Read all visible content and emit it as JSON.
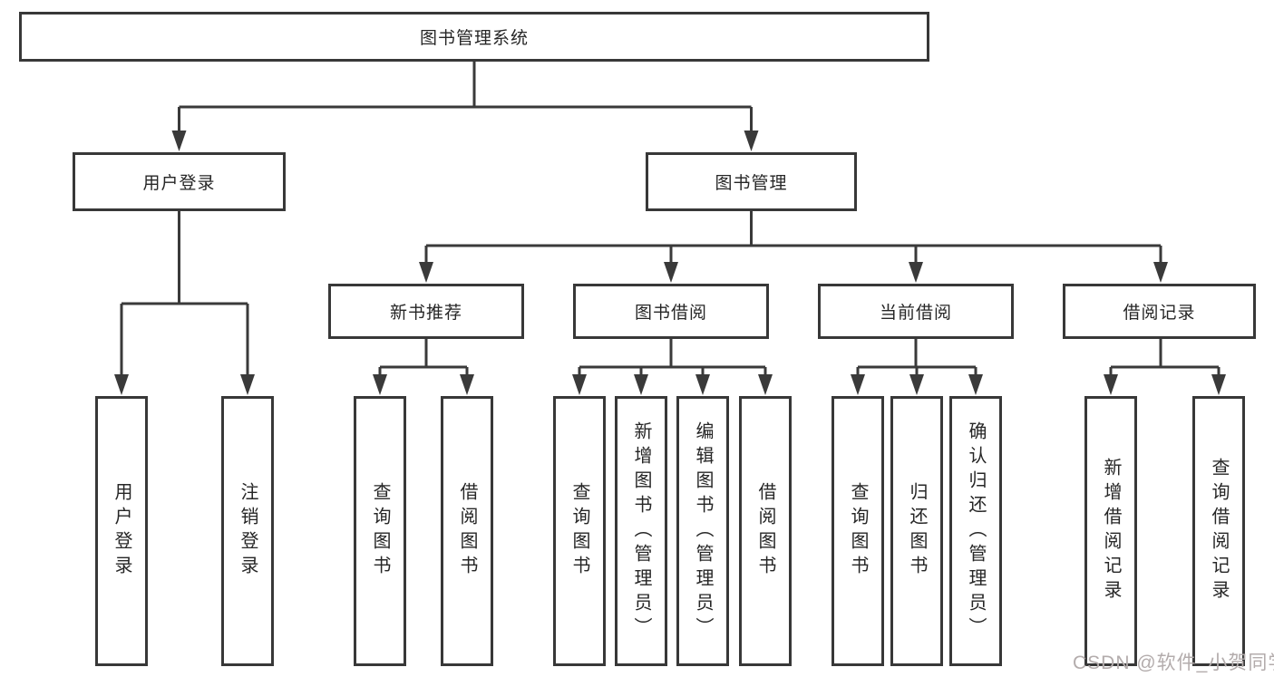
{
  "tree": {
    "label": "图书管理系统",
    "children": [
      {
        "label": "用户登录",
        "children": [
          {
            "label": "用户登录"
          },
          {
            "label": "注销登录"
          }
        ]
      },
      {
        "label": "图书管理",
        "children": [
          {
            "label": "新书推荐",
            "children": [
              {
                "label": "查询图书"
              },
              {
                "label": "借阅图书"
              }
            ]
          },
          {
            "label": "图书借阅",
            "children": [
              {
                "label": "查询图书"
              },
              {
                "label": "新增图书（管理员）"
              },
              {
                "label": "编辑图书（管理员）"
              },
              {
                "label": "借阅图书"
              }
            ]
          },
          {
            "label": "当前借阅",
            "children": [
              {
                "label": "查询图书"
              },
              {
                "label": "归还图书"
              },
              {
                "label": "确认归还（管理员）"
              }
            ]
          },
          {
            "label": "借阅记录",
            "children": [
              {
                "label": "新增借阅记录"
              },
              {
                "label": "查询借阅记录"
              }
            ]
          }
        ]
      }
    ]
  },
  "watermark": {
    "text": "CSDN @软件_小贺同学"
  },
  "colors": {
    "line": "#3a3a3a",
    "border": "#383838",
    "text": "#262626",
    "watermark": "#b3acac",
    "background": "#ffffff"
  }
}
